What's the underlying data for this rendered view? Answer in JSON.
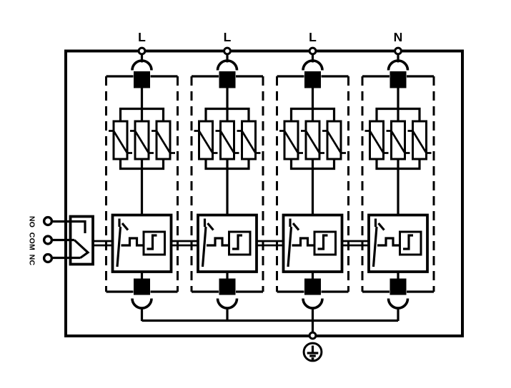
{
  "colors": {
    "ink": "#000000",
    "background": "#ffffff"
  },
  "top_terminals": [
    {
      "label": "L"
    },
    {
      "label": "L"
    },
    {
      "label": "L"
    },
    {
      "label": "N"
    }
  ],
  "remote_signal_contacts": [
    {
      "label": "NO"
    },
    {
      "label": "COM"
    },
    {
      "label": "NC"
    }
  ]
}
